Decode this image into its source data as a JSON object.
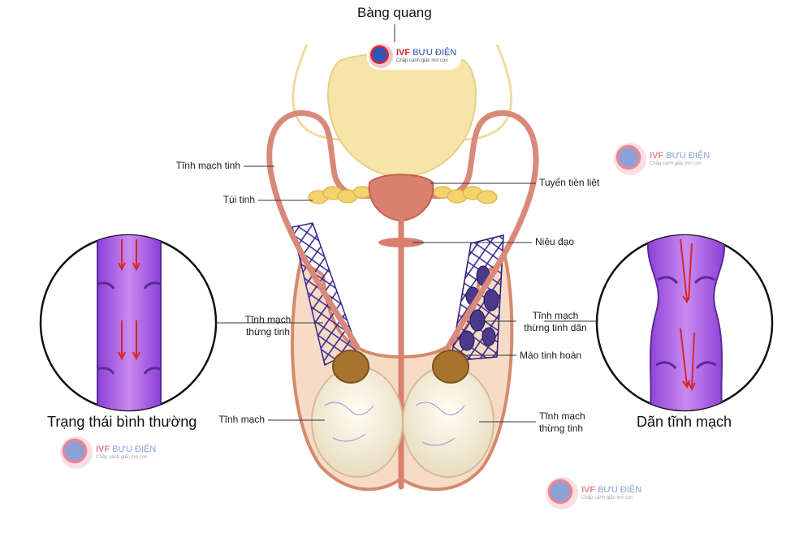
{
  "title": "Bàng quang",
  "labels": {
    "tinh_mach_tinh": "Tĩnh mạch tinh",
    "tui_tinh": "Túi tinh",
    "tuyen_tien_liet": "Tuyến tiền liệt",
    "nieu_dao": "Niệu đạo",
    "tinh_mach_thung_tinh_l1": "Tĩnh mạch",
    "tinh_mach_thung_tinh_l2": "thừng tinh",
    "tinh_mach_thung_tinh_dan_l1": "Tĩnh mạch",
    "tinh_mach_thung_tinh_dan_l2": "thừng tinh dãn",
    "mao_tinh_hoan": "Mào tinh hoàn",
    "tinh_mach": "Tĩnh mạch",
    "tinh_mach_thung_tinh_r_l1": "Tĩnh mạch",
    "tinh_mach_thung_tinh_r_l2": "thừng tinh"
  },
  "insets": {
    "normal": "Trạng thái bình thường",
    "varicocele": "Dãn tĩnh mạch"
  },
  "watermark": {
    "brand": "IVF",
    "brand_rest": "BƯU ĐIỆN",
    "slogan": "Chắp cánh giấc mơ con"
  },
  "colors": {
    "bladder": "#f7e4a8",
    "prostate": "#d9806e",
    "duct": "#d9897a",
    "vein": "#4b2a9a",
    "inset_vein": "#b46de8",
    "arrow": "#d8262a"
  }
}
